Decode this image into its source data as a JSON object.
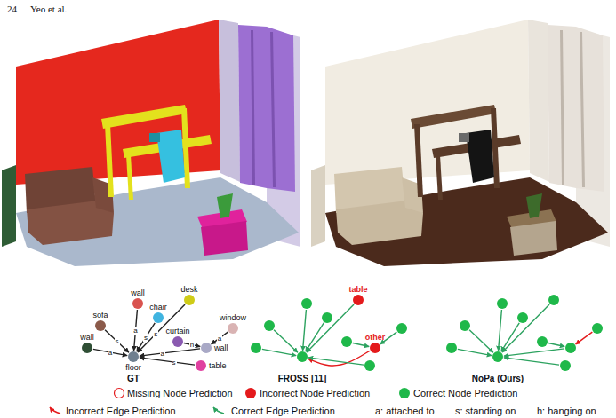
{
  "diagram": {
    "nodes": [
      {
        "text": [
          "wall"
        ]
      },
      {
        "text": [
          "desk"
        ]
      },
      {
        "text": [
          "sofa"
        ]
      },
      {
        "text": [
          "chair"
        ]
      },
      {
        "text": [
          "window"
        ]
      },
      {
        "text": [
          "curtain"
        ]
      },
      {
        "text": [
          "wall"
        ]
      },
      {
        "text": [
          "wall"
        ]
      },
      {
        "text": [
          "floor"
        ]
      },
      {
        "text": [
          "table"
        ]
      },
      {
        "text": [
          "table"
        ]
      },
      {
        "text": [
          "other"
        ]
      }
    ],
    "edges": [
      {
        "from": 0,
        "to": 8,
        "label": "a",
        "arrow": "to"
      },
      {
        "from": 1,
        "to": 8,
        "label": "s",
        "arrow": "to"
      },
      {
        "from": 2,
        "to": 8,
        "label": "s",
        "arrow": "to"
      },
      {
        "from": 3,
        "to": 8,
        "label": "s",
        "arrow": "to"
      },
      {
        "from": 5,
        "to": 6,
        "label": "h",
        "arrow": "to"
      },
      {
        "from": 4,
        "to": 6,
        "label": "a",
        "arrow": "to"
      },
      {
        "from": 6,
        "to": 8,
        "label": "a",
        "arrow": "to"
      },
      {
        "from": 7,
        "to": 8,
        "label": "a",
        "arrow": "to"
      },
      {
        "from": 9,
        "to": 8,
        "label": "s",
        "arrow": "to"
      }
    ],
    "labels": [
      "24",
      "Yeo et al.",
      "GT",
      "FROSS [11]",
      "NoPa (Ours)"
    ],
    "legend": [
      {
        "text": "Missing Node Prediction"
      },
      {
        "text": "Incorrect Node Prediction",
        "color": "#e41a1c"
      },
      {
        "text": "Correct Node Prediction",
        "color": "#1fb84a"
      },
      {
        "text": "Incorrect Edge Prediction"
      },
      {
        "text": "Correct Edge Prediction"
      },
      {
        "text": "a: attached to"
      },
      {
        "text": "s: standing on"
      },
      {
        "text": "h: hanging on"
      }
    ]
  }
}
